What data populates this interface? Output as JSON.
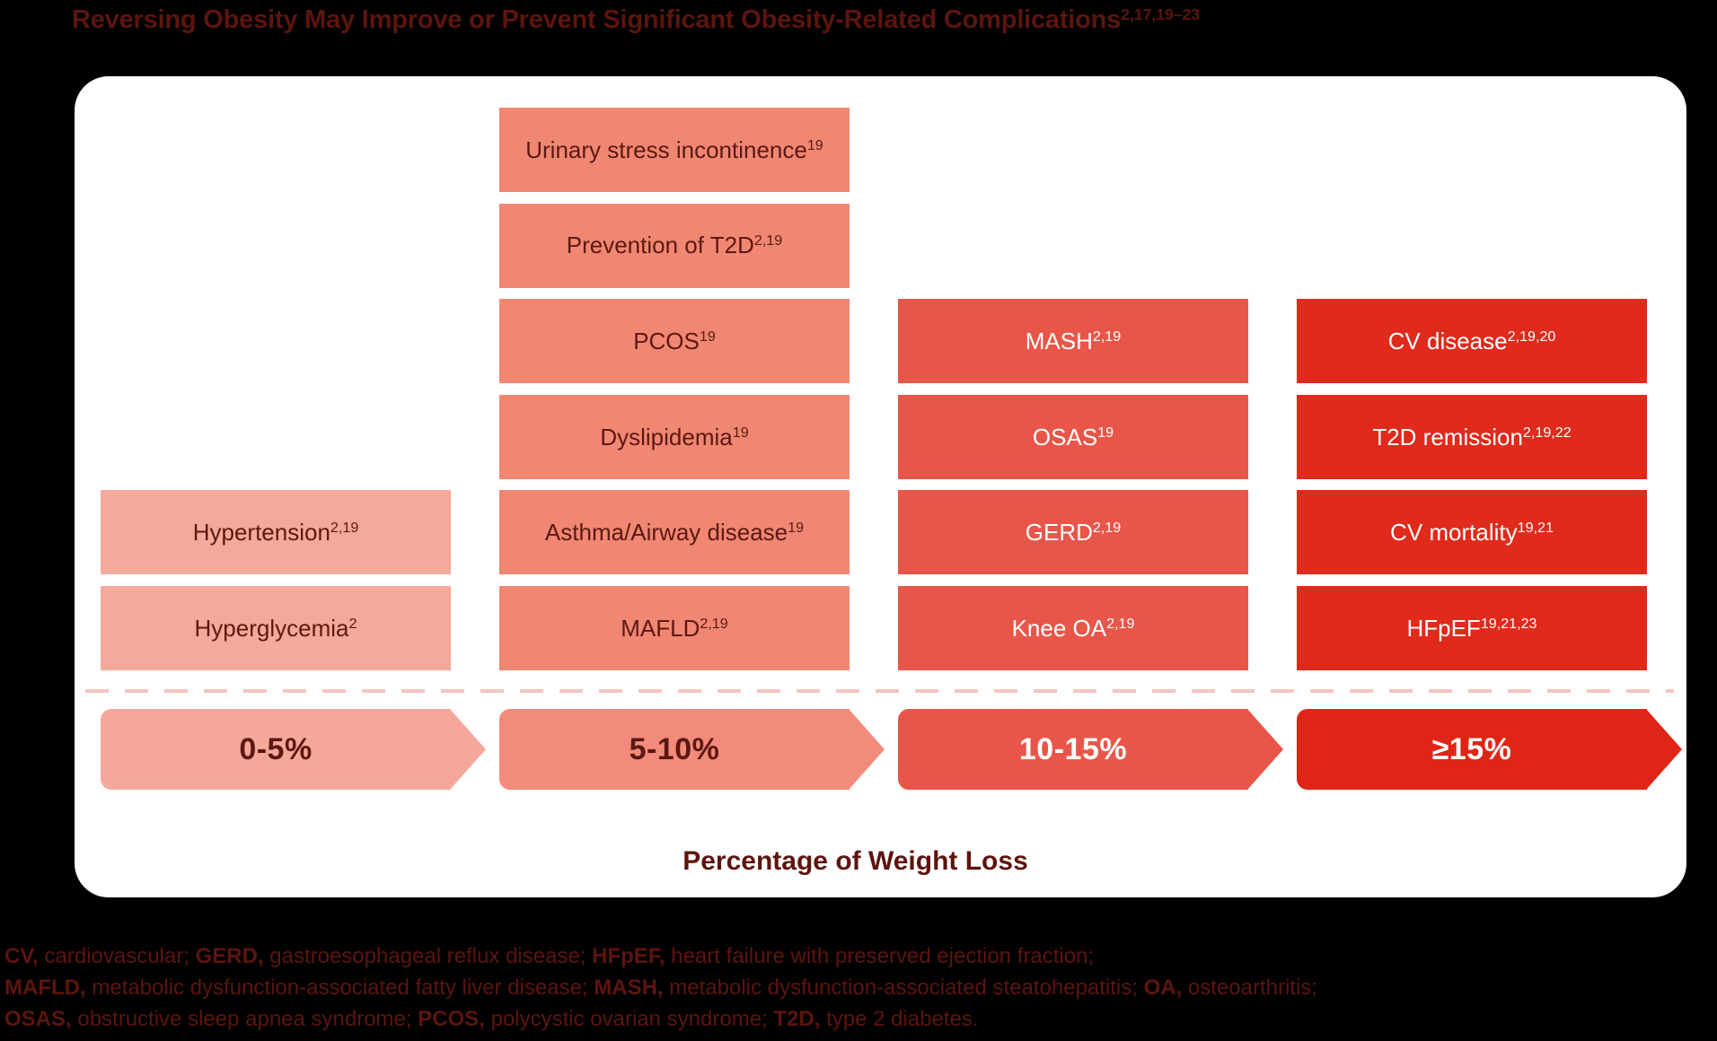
{
  "title": {
    "text": "Reversing Obesity May Improve or Prevent Significant Obesity-Related Complications",
    "sup": "2,17,19–23"
  },
  "axis_label": "Percentage of Weight Loss",
  "colors": {
    "page_bg": "#000000",
    "card_bg": "#FFFFFF",
    "ink": "#5C150E",
    "dark_box_text": "#5C1810",
    "light_box_text": "#FFFFFF",
    "dashed_divider": "#F7C4BC"
  },
  "chart_data": {
    "type": "table",
    "title": "Reversing Obesity May Improve or Prevent Significant Obesity-Related Complications",
    "xlabel": "Percentage of Weight Loss",
    "categories": [
      "0-5%",
      "5-10%",
      "10-15%",
      "≥15%"
    ],
    "legend_position": "none",
    "grid": false,
    "columns": [
      {
        "range_label": "0-5%",
        "box_color": "#F5A99B",
        "arrow_color": "#F5A89A",
        "text_color": "#5C1810",
        "boxes": [
          {
            "row": 5,
            "text": "Hypertension",
            "sup": "2,19"
          },
          {
            "row": 6,
            "text": "Hyperglycemia",
            "sup": "2"
          }
        ]
      },
      {
        "range_label": "5-10%",
        "box_color": "#F0877395",
        "arrow_color": "#F28B7B",
        "text_color": "#5C1810",
        "boxes": [
          {
            "row": 1,
            "text": "Urinary stress incontinence",
            "sup": "19"
          },
          {
            "row": 2,
            "text": "Prevention of T2D",
            "sup": "2,19"
          },
          {
            "row": 3,
            "text": "PCOS",
            "sup": "19"
          },
          {
            "row": 4,
            "text": "Dyslipidemia",
            "sup": "19"
          },
          {
            "row": 5,
            "text": "Asthma/Airway disease",
            "sup": "19"
          },
          {
            "row": 6,
            "text": "MAFLD",
            "sup": "2,19"
          }
        ]
      },
      {
        "range_label": "10-15%",
        "box_color": "#E8564A",
        "arrow_color": "#E8564A",
        "text_color": "#FFFFFF",
        "boxes": [
          {
            "row": 3,
            "text": "MASH",
            "sup": "2,19"
          },
          {
            "row": 4,
            "text": "OSAS",
            "sup": "19"
          },
          {
            "row": 5,
            "text": "GERD",
            "sup": "2,19"
          },
          {
            "row": 6,
            "text": "Knee OA",
            "sup": "2,19"
          }
        ]
      },
      {
        "range_label": "≥15%",
        "box_color": "#E02A1B",
        "arrow_color": "#DF2516",
        "text_color": "#FFFFFF",
        "boxes": [
          {
            "row": 3,
            "text": "CV disease",
            "sup": "2,19,20"
          },
          {
            "row": 4,
            "text": "T2D remission",
            "sup": "2,19,22"
          },
          {
            "row": 5,
            "text": "CV mortality",
            "sup": "19,21"
          },
          {
            "row": 6,
            "text": "HFpEF",
            "sup": "19,21,23"
          }
        ]
      }
    ]
  },
  "footnote": {
    "lines": [
      [
        {
          "b": "CV,"
        },
        {
          "t": " cardiovascular; "
        },
        {
          "b": "GERD,"
        },
        {
          "t": " gastroesophageal reflux disease; "
        },
        {
          "b": "HFpEF,"
        },
        {
          "t": " heart failure with preserved ejection fraction;"
        }
      ],
      [
        {
          "b": "MAFLD,"
        },
        {
          "t": " metabolic dysfunction-associated fatty liver disease; "
        },
        {
          "b": "MASH,"
        },
        {
          "t": " metabolic dysfunction-associated steatohepatitis; "
        },
        {
          "b": "OA,"
        },
        {
          "t": " osteoarthritis;"
        }
      ],
      [
        {
          "b": "OSAS,"
        },
        {
          "t": " obstructive sleep apnea syndrome; "
        },
        {
          "b": "PCOS,"
        },
        {
          "t": " polycystic ovarian syndrome; "
        },
        {
          "b": "T2D,"
        },
        {
          "t": " type 2 diabetes."
        }
      ]
    ]
  }
}
